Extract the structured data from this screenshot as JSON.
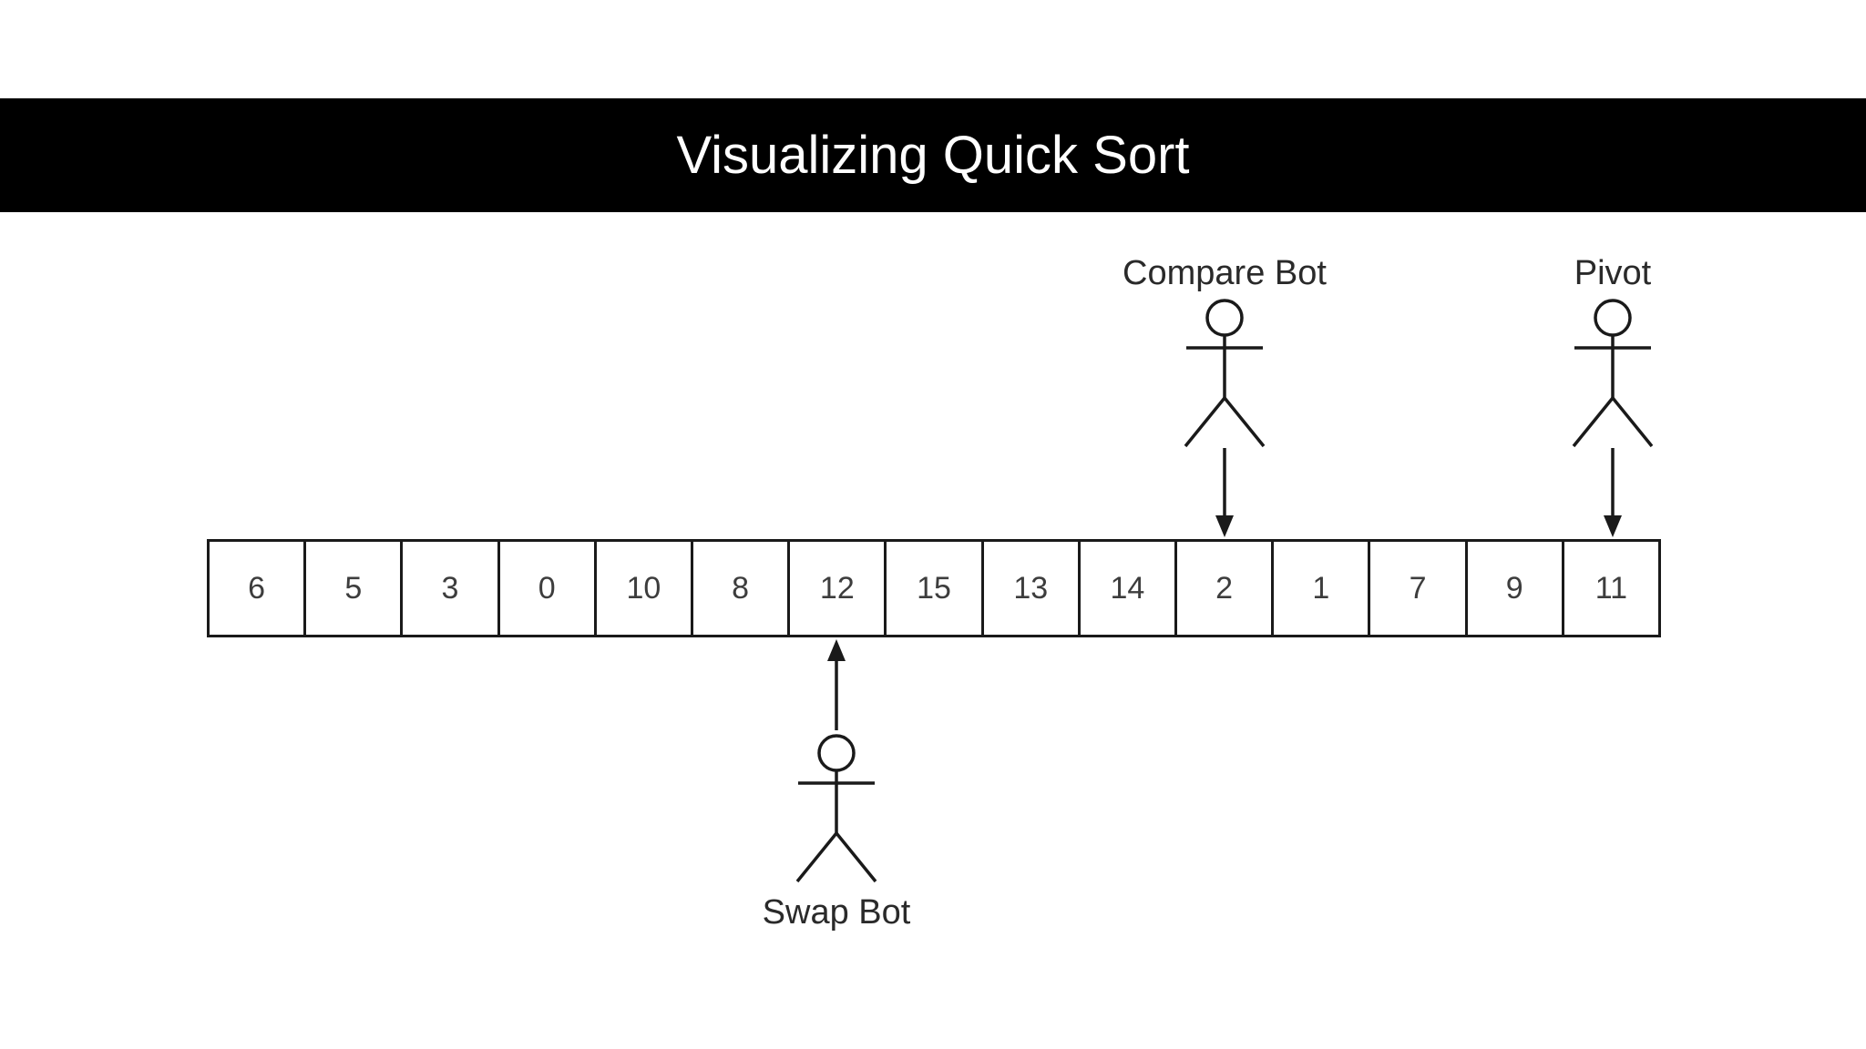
{
  "title": "Visualizing Quick Sort",
  "array": {
    "values": [
      "6",
      "5",
      "3",
      "0",
      "10",
      "8",
      "12",
      "15",
      "13",
      "14",
      "2",
      "1",
      "7",
      "9",
      "11"
    ]
  },
  "bots": {
    "compare": {
      "label": "Compare Bot",
      "position": "above-array",
      "points_to_value": "2",
      "points_to_index": 10
    },
    "pivot": {
      "label": "Pivot",
      "position": "above-array",
      "points_to_value": "11",
      "points_to_index": 14
    },
    "swap": {
      "label": "Swap Bot",
      "position": "below-array",
      "points_to_value": "12",
      "points_to_index": 6
    }
  },
  "colors": {
    "background": "#ffffff",
    "title_bar": "#000000",
    "title_text": "#ffffff",
    "line": "#1a1a1a",
    "cell_text": "#3d3d3d"
  }
}
